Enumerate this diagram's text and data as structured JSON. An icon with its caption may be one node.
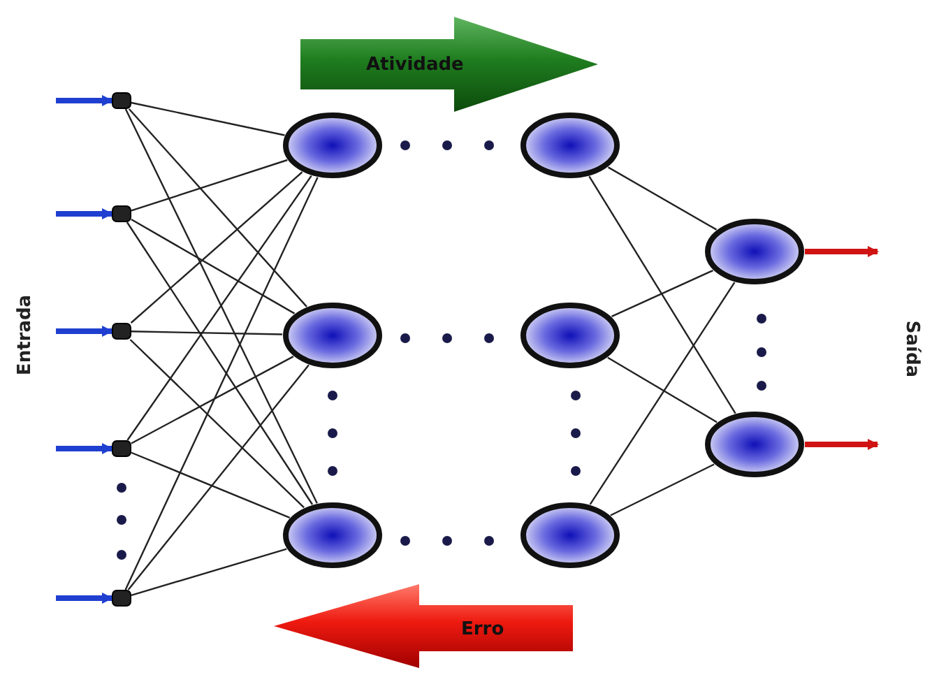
{
  "diagram": {
    "nodes": [
      {
        "text": [],
        "shape": "box"
      },
      {
        "text": [],
        "shape": "box"
      },
      {
        "text": [],
        "shape": "box"
      },
      {
        "text": [],
        "shape": "box"
      },
      {
        "text": [],
        "shape": "box"
      },
      {
        "text": [],
        "shape": "ellipse"
      },
      {
        "text": [],
        "shape": "ellipse"
      },
      {
        "text": [],
        "shape": "ellipse"
      },
      {
        "text": [],
        "shape": "ellipse"
      },
      {
        "text": [],
        "shape": "ellipse"
      },
      {
        "text": [],
        "shape": "ellipse"
      },
      {
        "text": [],
        "shape": "ellipse"
      },
      {
        "text": [],
        "shape": "ellipse"
      }
    ],
    "edges": [
      {
        "from": null,
        "to": 0,
        "arrow": "to",
        "style": "thick",
        "color": "#1f3fd0"
      },
      {
        "from": null,
        "to": 1,
        "arrow": "to",
        "style": "thick",
        "color": "#1f3fd0"
      },
      {
        "from": null,
        "to": 2,
        "arrow": "to",
        "style": "thick",
        "color": "#1f3fd0"
      },
      {
        "from": null,
        "to": 3,
        "arrow": "to",
        "style": "thick",
        "color": "#1f3fd0"
      },
      {
        "from": null,
        "to": 4,
        "arrow": "to",
        "style": "thick",
        "color": "#1f3fd0"
      },
      {
        "from": 0,
        "to": 5,
        "arrow": "none"
      },
      {
        "from": 0,
        "to": 6,
        "arrow": "none"
      },
      {
        "from": 0,
        "to": 7,
        "arrow": "none"
      },
      {
        "from": 1,
        "to": 5,
        "arrow": "none"
      },
      {
        "from": 1,
        "to": 6,
        "arrow": "none"
      },
      {
        "from": 1,
        "to": 7,
        "arrow": "none"
      },
      {
        "from": 2,
        "to": 5,
        "arrow": "none"
      },
      {
        "from": 2,
        "to": 6,
        "arrow": "none"
      },
      {
        "from": 2,
        "to": 7,
        "arrow": "none"
      },
      {
        "from": 3,
        "to": 5,
        "arrow": "none"
      },
      {
        "from": 3,
        "to": 6,
        "arrow": "none"
      },
      {
        "from": 3,
        "to": 7,
        "arrow": "none"
      },
      {
        "from": 4,
        "to": 5,
        "arrow": "none"
      },
      {
        "from": 4,
        "to": 6,
        "arrow": "none"
      },
      {
        "from": 4,
        "to": 7,
        "arrow": "none"
      },
      {
        "from": 8,
        "to": 11,
        "arrow": "none"
      },
      {
        "from": 8,
        "to": 12,
        "arrow": "none"
      },
      {
        "from": 9,
        "to": 11,
        "arrow": "none"
      },
      {
        "from": 9,
        "to": 12,
        "arrow": "none"
      },
      {
        "from": 10,
        "to": 11,
        "arrow": "none"
      },
      {
        "from": 10,
        "to": 12,
        "arrow": "none"
      },
      {
        "from": 11,
        "to": null,
        "arrow": "to",
        "style": "thick",
        "color": "#d01414"
      },
      {
        "from": 12,
        "to": null,
        "arrow": "to",
        "style": "thick",
        "color": "#d01414"
      }
    ],
    "labels": [
      "Atividade",
      "Entrada",
      "Saída",
      "Erro"
    ]
  }
}
